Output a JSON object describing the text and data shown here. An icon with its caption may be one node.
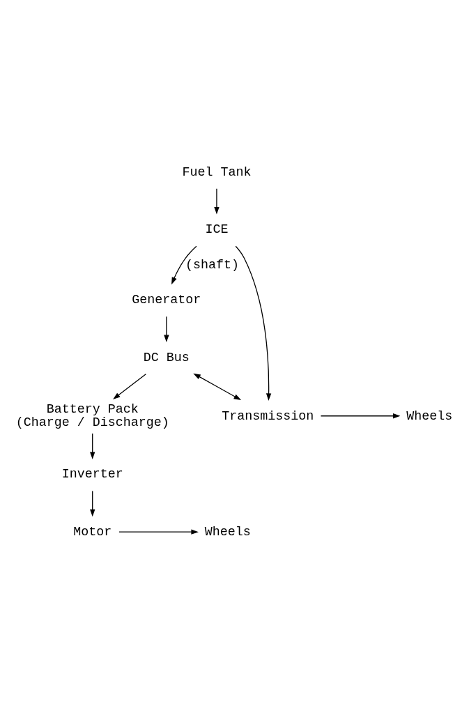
{
  "diagram": {
    "nodes": [
      {
        "text": [
          "Fuel Tank"
        ]
      },
      {
        "text": [
          "ICE"
        ]
      },
      {
        "text": [
          "Generator"
        ]
      },
      {
        "text": [
          "DC Bus"
        ]
      },
      {
        "text": [
          "Battery Pack",
          "(Charge / Discharge)"
        ]
      },
      {
        "text": [
          "Inverter"
        ]
      },
      {
        "text": [
          "Motor"
        ]
      },
      {
        "text": [
          "Transmission"
        ]
      },
      {
        "text": [
          "Wheels"
        ]
      },
      {
        "text": [
          "Wheels"
        ]
      }
    ],
    "edges": [
      {
        "from": 0,
        "to": 1,
        "arrow": "to"
      },
      {
        "from": 1,
        "to": 2,
        "arrow": "to",
        "label": "(shaft)"
      },
      {
        "from": 2,
        "to": 3,
        "arrow": "to"
      },
      {
        "from": 3,
        "to": 4,
        "arrow": "to"
      },
      {
        "from": 4,
        "to": 5,
        "arrow": "to"
      },
      {
        "from": 5,
        "to": 6,
        "arrow": "to"
      },
      {
        "from": 1,
        "to": 7,
        "arrow": "to"
      },
      {
        "from": 7,
        "to": 8,
        "arrow": "to"
      },
      {
        "from": 3,
        "to": 7,
        "arrow": "both"
      },
      {
        "from": 6,
        "to": 9,
        "arrow": "to"
      }
    ]
  }
}
